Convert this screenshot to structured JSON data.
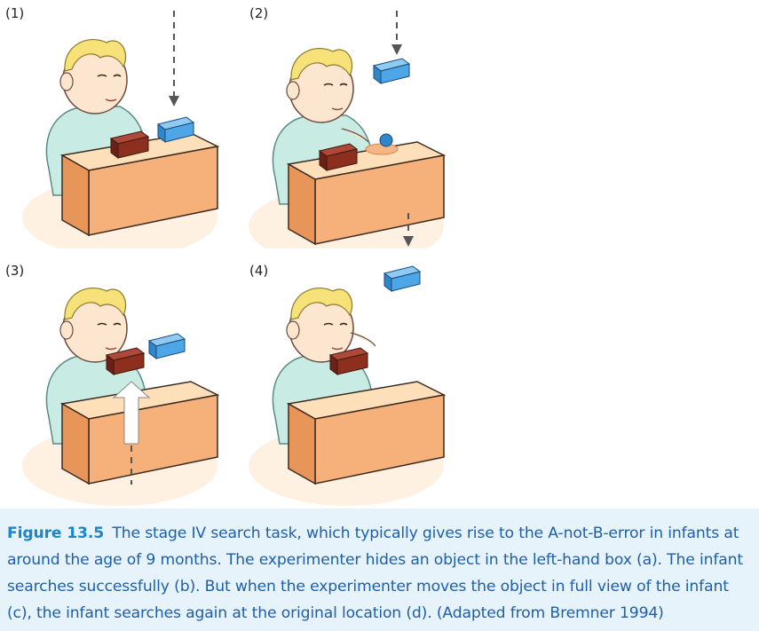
{
  "panels": [
    {
      "label": "(1)"
    },
    {
      "label": "(2)"
    },
    {
      "label": "(3)"
    },
    {
      "label": "(4)"
    }
  ],
  "caption": {
    "figure_id": "Figure 13.5",
    "text": "The stage IV search task, which typically gives rise to the A-not-B-error in infants at around the age of 9 months. The experimenter hides an object in the left-hand box (a). The infant searches successfully (b). But when the experimenter moves the object in full view of the infant (c), the infant searches again at the original location (d). (Adapted from Bremner 1994)"
  },
  "colors": {
    "box_front": "#f6b079",
    "box_top": "#fde0b9",
    "block_red": "#8c2f1f",
    "block_blue": "#4da6e6",
    "skin": "#fde6d0",
    "hair": "#f7e27a",
    "shirt": "#c8ece4",
    "caption_blue": "#1e5fa8",
    "caption_band": "#e6f3fb"
  }
}
